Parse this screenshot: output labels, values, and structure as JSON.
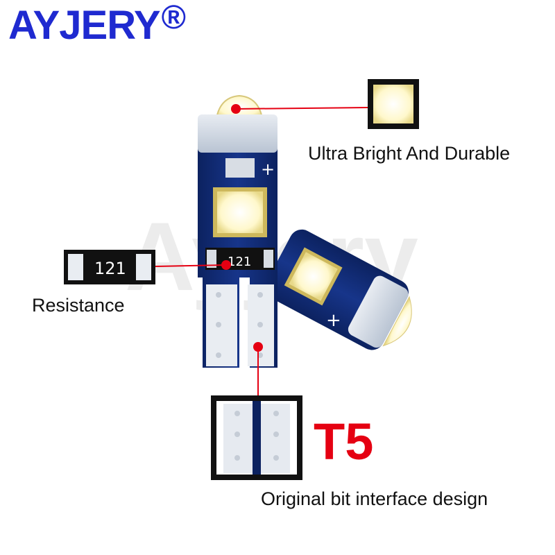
{
  "brand": {
    "name": "AYJERY",
    "registered": "®"
  },
  "watermark": "Ayjery",
  "callouts": {
    "led_feature": "Ultra Bright And Durable",
    "resistor": "Resistance",
    "resistor_code": "121",
    "base": "Original bit interface design",
    "base_type": "T5"
  },
  "polarity": "+",
  "colors": {
    "brand_blue": "#1f2ad0",
    "accent_red": "#e50012",
    "pcb_blue": "#102a6e",
    "led_yellow": "#fff1a0"
  }
}
